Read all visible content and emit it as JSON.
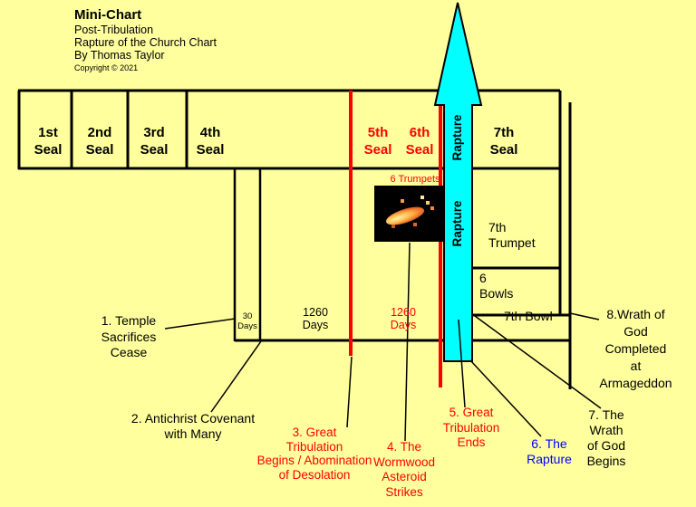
{
  "background": "#FFFF9E",
  "colors": {
    "accent_red": "#FF0000",
    "accent_blue": "#0000FF",
    "arrow_cyan": "#00FFFF",
    "line_black": "#000000"
  },
  "title": {
    "heading": "Mini-Chart",
    "subtitle1": "Post-Tribulation",
    "subtitle2": "Rapture of the Church Chart",
    "subtitle3": "By Thomas Taylor",
    "copyright": "Copyright © 2021"
  },
  "timeline": {
    "seals": [
      {
        "label": "1st\nSeal",
        "color": "black"
      },
      {
        "label": "2nd\nSeal",
        "color": "black"
      },
      {
        "label": "3rd\nSeal",
        "color": "black"
      },
      {
        "label": "4th\nSeal",
        "color": "black"
      },
      {
        "label": "5th\nSeal",
        "color": "red"
      },
      {
        "label": "6th\nSeal",
        "color": "red"
      },
      {
        "label": "7th\nSeal",
        "color": "black"
      }
    ],
    "rapture_arrow": {
      "label_upper": "Rapture",
      "label_lower": "Rapture"
    },
    "six_trumpets": "6 Trumpets",
    "seventh_trumpet": "7th\nTrumpet",
    "six_bowls": "6\nBowls",
    "seventh_bowl": "7th Bowl",
    "durations": {
      "thirty_days": "30\nDays",
      "mid_1260_days": "1260\nDays",
      "late_1260_days": "1260\nDays"
    }
  },
  "annotations": [
    {
      "text": "1. Temple\nSacrifices\nCease",
      "color": "black"
    },
    {
      "text": "2. Antichrist Covenant\nwith Many",
      "color": "black"
    },
    {
      "text": "3. Great\nTribulation\nBegins / Abomination\nof Desolation",
      "color": "red"
    },
    {
      "text": "4. The\nWormwood\nAsteroid\nStrikes",
      "color": "red"
    },
    {
      "text": "5. Great\nTribulation\nEnds",
      "color": "red"
    },
    {
      "text": "6. The\nRapture",
      "color": "blue"
    },
    {
      "text": "7. The\nWrath\nof God\nBegins",
      "color": "black"
    },
    {
      "text": "8.Wrath of\nGod\nCompleted\nat\nArmageddon",
      "color": "black"
    }
  ]
}
